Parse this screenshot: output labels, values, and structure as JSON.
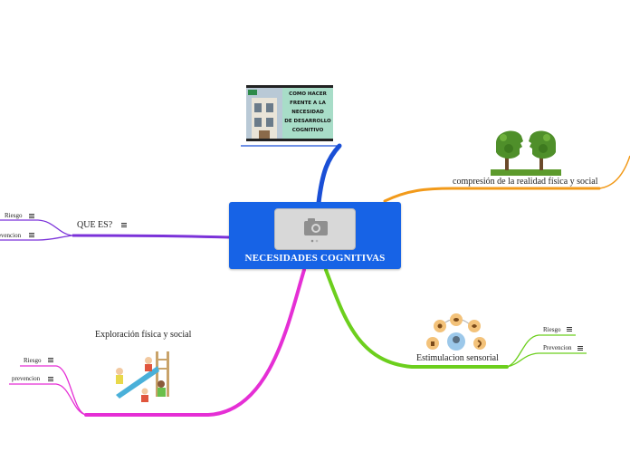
{
  "center": {
    "title": "NECESIDADES COGNITIVAS"
  },
  "colors": {
    "center_bg": "#1763e6",
    "blue": "#1a4fd6",
    "orange": "#f29a1a",
    "purple": "#7b32d9",
    "magenta": "#e52fd5",
    "green": "#6ccf1d"
  },
  "top_image": {
    "lines": [
      "COMO HACER",
      "FRENTE A LA",
      "NECESIDAD",
      "DE DESARROLLO",
      "COGNITIVO"
    ]
  },
  "right_top": {
    "label": "compresión de la realidad física y social"
  },
  "left": {
    "label": "QUE ES?",
    "children": [
      {
        "label": "Riesgo"
      },
      {
        "label": "prevencion"
      }
    ]
  },
  "bottom_left": {
    "label": "Exploración física y social",
    "children": [
      {
        "label": "Riesgo"
      },
      {
        "label": "prevencion"
      }
    ]
  },
  "bottom_right": {
    "label": "Estimulacion sensorial",
    "children": [
      {
        "label": "Riesgo"
      },
      {
        "label": "Prevencion"
      }
    ]
  }
}
